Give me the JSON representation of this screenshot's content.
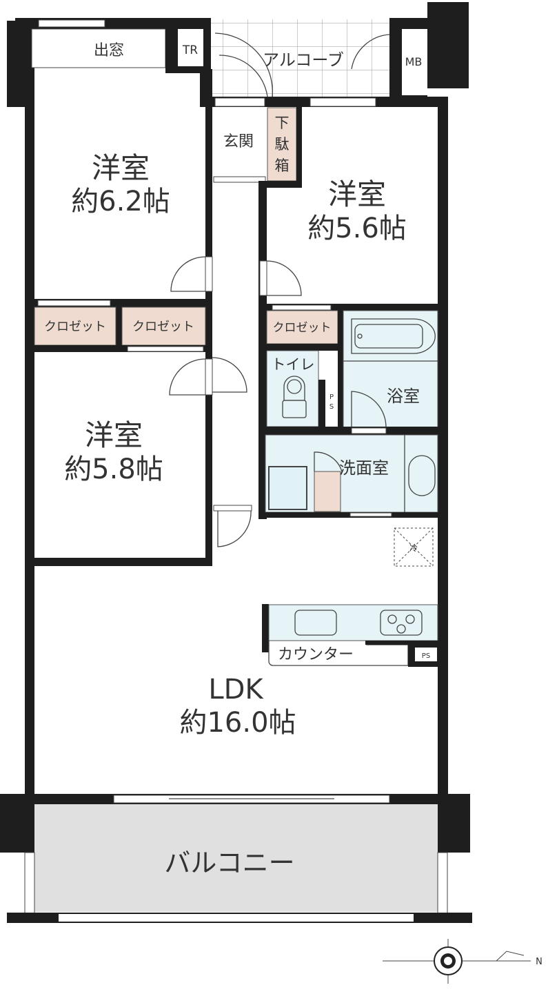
{
  "rooms": {
    "bay_window": "出窓",
    "tr": "TR",
    "alcove": "アルコーブ",
    "mb": "MB",
    "entrance": "玄関",
    "shoe_box": [
      "下",
      "駄",
      "箱"
    ],
    "room1": {
      "name": "洋室",
      "size": "約6.2帖"
    },
    "room2": {
      "name": "洋室",
      "size": "約5.6帖"
    },
    "room3": {
      "name": "洋室",
      "size": "約5.8帖"
    },
    "closet1": "クロゼット",
    "closet2": "クロゼット",
    "closet3": "クロゼット",
    "toilet": "トイレ",
    "ps1": [
      "P",
      "S"
    ],
    "bathroom": "浴室",
    "washroom": "洗面室",
    "ldk": {
      "name": "LDK",
      "size": "約16.0帖"
    },
    "refrigerator_mark": "冷",
    "counter": "カウンター",
    "ps2": "PS",
    "balcony": "バルコニー"
  },
  "compass": {
    "north_label": "N"
  }
}
